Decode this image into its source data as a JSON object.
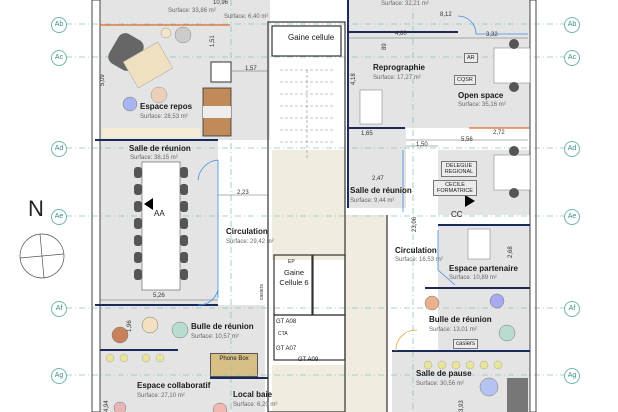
{
  "grid_axes": [
    "Ab",
    "Ac",
    "Ad",
    "Ae",
    "Af",
    "Ag"
  ],
  "compass": {
    "label": "N"
  },
  "rooms": {
    "top_left_surface": "Surface: 33,86 m²",
    "top_mid_surface": "Surface: 6,40 m²",
    "top_right_surface": "Surface: 32,21 m²",
    "gaine_cellule": "Gaine cellule",
    "espace_repos": {
      "name": "Espace repos",
      "surface": "Surface: 28,53 m²"
    },
    "salle_reunion_1": {
      "name": "Salle de réunion",
      "surface": "Surface: 38,15 m²"
    },
    "circulation_1": {
      "name": "Circulation",
      "surface": "Surface: 29,42 m²"
    },
    "bulle_reunion_1": {
      "name": "Bulle de réunion",
      "surface": "Surface: 10,57 m²"
    },
    "phone_box": "Phone Box",
    "espace_collaboratif": {
      "name": "Espace collaboratif",
      "surface": "Surface: 27,10 m²"
    },
    "local_baie": {
      "name": "Local baie",
      "surface": "Surface: 6,20 m²"
    },
    "reprographie": {
      "name": "Reprographie",
      "surface": "Surface: 17,27 m²"
    },
    "open_space": {
      "name": "Open space",
      "surface": "Surface: 35,16 m²"
    },
    "salle_reunion_2": {
      "name": "Salle de réunion",
      "surface": "Surface: 9,44 m²"
    },
    "circulation_2": {
      "name": "Circulation",
      "surface": "Surface: 16,53 m²"
    },
    "espace_partenaire": {
      "name": "Espace partenaire",
      "surface": "Surface: 10,89 m²"
    },
    "bulle_reunion_2": {
      "name": "Bulle de réunion",
      "surface": "Surface: 13,01 m²"
    },
    "salle_pause": {
      "name": "Salle de pause",
      "surface": "Surface: 30,56 m²"
    }
  },
  "tags": {
    "ar": "AR",
    "cqsr": "CQSR",
    "delegue": "DELEGUE REGIONAL",
    "cecile": "CECILE FORMATRICE",
    "aa": "AA",
    "cc": "CC",
    "casiers": "casiers",
    "ep": "EP"
  },
  "core": {
    "gaine_cellule_6": "Gaine Cellule 6",
    "ep": "EP",
    "gt_a08": "GT A08",
    "cta": "CTA",
    "gt_a07": "GT A07",
    "gt_a09": "GT A09",
    "casiers": "casiers"
  },
  "dimensions": {
    "d1096": "10,96",
    "d812": "8,12",
    "d480": "4,80",
    "d332": "3,32",
    "d151": "1,51",
    "d157": "1,57",
    "d509": "5,09",
    "d418": "4,18",
    "d165": "1,65",
    "d150": "1,50",
    "d272": "2,72",
    "d556": "5,56",
    "d247": "2,47",
    "d223": "2,23",
    "d2306": "23,06",
    "d526": "5,26",
    "d196": "1,96",
    "d268": "2,68",
    "d89": "89",
    "d494": "4,94",
    "d393": "3,93"
  },
  "colors": {
    "grid": "#6fb5ae",
    "wall": "#1b2a5a",
    "room": "#e4e4e4",
    "accent_orange": "#e5672a",
    "door": "#3f8fe0"
  }
}
